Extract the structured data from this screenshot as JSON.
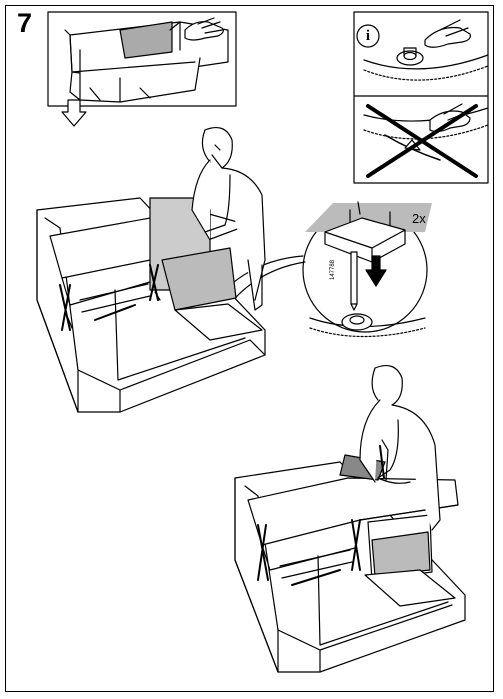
{
  "step": {
    "number": "7"
  },
  "callout": {
    "quantity": "2x",
    "part_number": "147788"
  },
  "info_panel": {
    "icon_letter": "i"
  }
}
